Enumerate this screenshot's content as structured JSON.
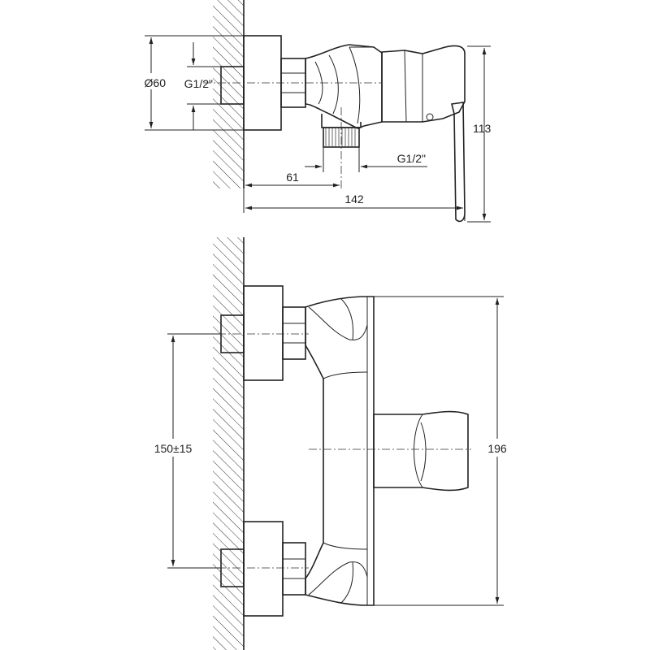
{
  "top_view": {
    "dim_diameter": "Ø60",
    "dim_inlet_thread": "G1/2\"",
    "dim_outlet_thread": "G1/2\"",
    "dim_outlet_offset": "61",
    "dim_total_depth": "142",
    "dim_height": "113"
  },
  "front_view": {
    "dim_inlet_spacing": "150±15",
    "dim_total_height": "196"
  },
  "colors": {
    "line": "#222222",
    "background": "#ffffff"
  }
}
